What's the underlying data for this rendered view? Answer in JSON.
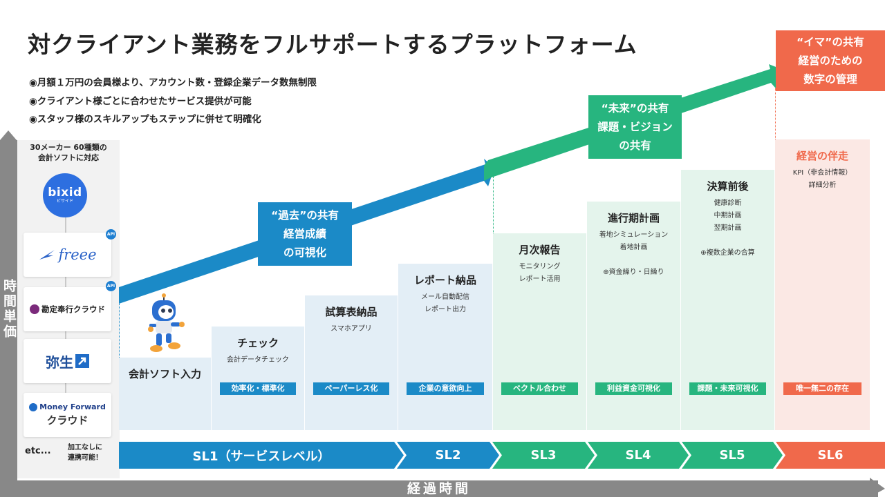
{
  "title": "対クライアント業務をフルサポートするプラットフォーム",
  "bullets": [
    "◉月額１万円の会員様より、アカウント数・登録企業データ数無制限",
    "◉クライアント様ごとに合わせたサービス提供が可能",
    "◉スタッフ様のスキルアップもステップに併せて明確化"
  ],
  "axes": {
    "vertical": "時間単価",
    "horizontal": "経過時間"
  },
  "left_panel": {
    "supports_line1": "30メーカー 60種類の",
    "supports_line2": "会計ソフトに対応",
    "bixid_name": "bixid",
    "bixid_kana": "ビサイド",
    "api_label": "API",
    "logos": [
      "freee",
      "勘定奉行クラウド",
      "弥生",
      "Money Forward",
      "クラウド"
    ],
    "etc": "etc...",
    "no_processing_line1": "加工なしに",
    "no_processing_line2": "連携可能！"
  },
  "callouts": {
    "past": [
      "“過去”の共有",
      "経営成績",
      "の可視化"
    ],
    "future": [
      "“未来”の共有",
      "課題・ビジョン",
      "の共有"
    ],
    "now": [
      "“イマ”の共有",
      "経営のための",
      "数字の管理"
    ]
  },
  "levels": [
    {
      "title": "会計ソフト入力",
      "desc": []
    },
    {
      "title": "チェック",
      "desc": [
        "会計データチェック"
      ],
      "badge": "効率化・標準化"
    },
    {
      "title": "試算表納品",
      "desc": [
        "スマホアプリ"
      ],
      "badge": "ペーパーレス化"
    },
    {
      "title": "レポート納品",
      "desc": [
        "メール自動配信",
        "レポート出力"
      ],
      "badge": "企業の意欲向上"
    },
    {
      "title": "月次報告",
      "desc": [
        "モニタリング",
        "レポート活用"
      ],
      "badge": "ベクトル合わせ"
    },
    {
      "title": "進行期計画",
      "desc": [
        "着地シミュレーション",
        "着地計画",
        "",
        "⊕資金繰り・日繰り"
      ],
      "badge": "利益資金可視化"
    },
    {
      "title": "決算前後",
      "desc": [
        "健康診断",
        "中期計画",
        "翌期計画",
        "",
        "⊕複数企業の合算"
      ],
      "badge": "課題・未来可視化"
    },
    {
      "title": "経営の伴走",
      "desc": [
        "KPI（非会計情報）",
        "詳細分析"
      ],
      "badge": "唯一無二の存在"
    }
  ],
  "service_levels": [
    "SL1（サービスレベル）",
    "SL2",
    "SL3",
    "SL4",
    "SL5",
    "SL6"
  ],
  "colors": {
    "blue": "#1b8ac7",
    "green": "#27b57f",
    "orange": "#f0694b",
    "axis": "#888888",
    "col_blue": "#e3eef6",
    "col_green": "#e4f4ec",
    "col_orange": "#fbe8e4"
  }
}
